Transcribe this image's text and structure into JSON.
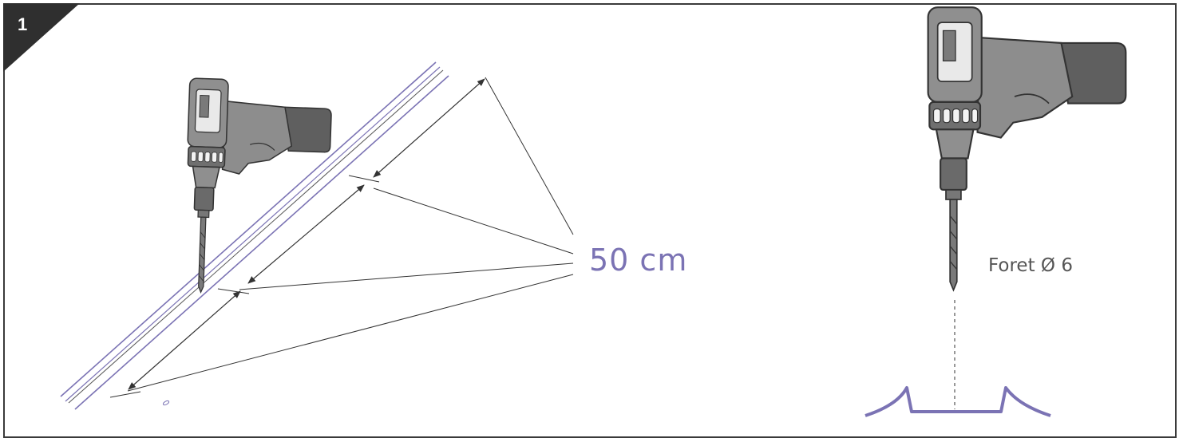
{
  "step": {
    "number": "1"
  },
  "dimension": {
    "label": "50 cm"
  },
  "drill_bit": {
    "label": "Foret Ø 6"
  },
  "colors": {
    "frame": "#3a3a3a",
    "badge": "#2f2f2f",
    "drill_body": "#8a8a8a",
    "drill_dark": "#5a5a5a",
    "rail_purple": "#7b73b4",
    "dimension_text": "#7b73b4",
    "line": "#333333"
  },
  "icons": [
    "drill-icon",
    "arrow-icon",
    "profile-icon"
  ]
}
